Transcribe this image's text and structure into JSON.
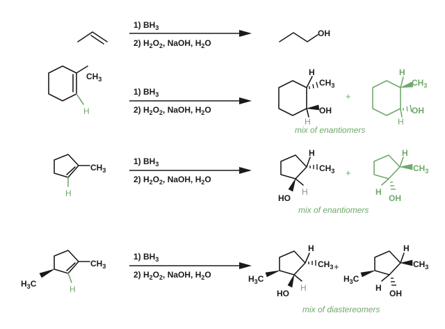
{
  "conditions": {
    "step1": "1)  BH",
    "step1_sub": "3",
    "step2_a": "2)  H",
    "step2_sub1": "2",
    "step2_b": "O",
    "step2_sub2": "2",
    "step2_c": ", NaOH, H",
    "step2_sub3": "2",
    "step2_d": "O"
  },
  "labels": {
    "oh": "OH",
    "ho": "HO",
    "h": "H",
    "ch3": "CH",
    "ch3_sub": "3",
    "h3c_a": "H",
    "h3c_sub": "3",
    "h3c_b": "C",
    "plus": "+"
  },
  "notes": {
    "row2": "mix of enantiomers",
    "row3": "mix of enantiomers",
    "row4": "mix of diastereomers"
  },
  "colors": {
    "primary": "#1a1a1a",
    "accent_green": "#6fa86a"
  }
}
